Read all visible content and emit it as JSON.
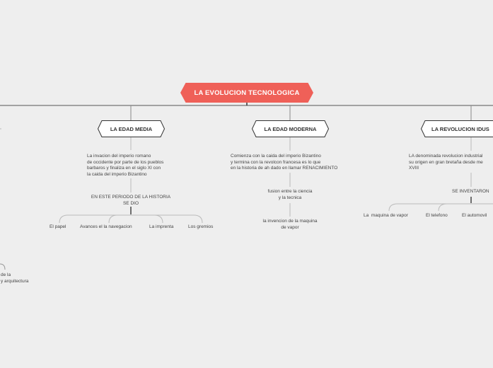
{
  "root": {
    "label": "LA EVOLUCION TECNOLOGICA"
  },
  "branches": [
    {
      "title": "LA EDAD MEDIA",
      "description": "La invacion del imperio romano\nde occidente por parte de los pueblos\nbarbaros y finaliza en el siglo XI con\nla caida del imperio Bizantino",
      "subheading": "EN ESTE PERIODO DE LA HISTORIA\nSE DIO",
      "items": [
        "El papel",
        "Avances el la navegacion",
        "La imprenta",
        "Los gremios"
      ]
    },
    {
      "title": "LA EDAD MODERNA",
      "description": "Comienza con la caida del imperio Bizantino\ny termina con la revolcon francesa es lo que\nen la historia de ah dado en llamar RENACIMIENTO",
      "point_1": "fusion entre la ciencia\ny la tecnica",
      "point_2": "la invencion de la maquina\nde vapor"
    },
    {
      "title": "LA REVOLUCION IDUS",
      "description": "LA denominada revolucion industrial\nsu origen en gran bretaña desde me\nXVIII",
      "subheading": "SE INVENTARON",
      "items": [
        "La  maquina de vapor",
        "El telefono",
        "El automovil"
      ]
    }
  ],
  "left_fragment": "de la\ny arquitectura",
  "colors": {
    "root": "#ef6058",
    "background": "#eeeeee",
    "line": "#555555",
    "soft_line": "#bbbbbb"
  }
}
